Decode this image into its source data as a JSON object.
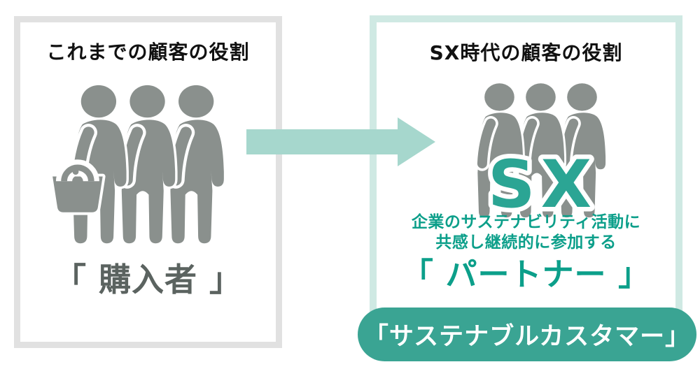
{
  "left_panel": {
    "title": "これまでの顧客の役割",
    "role_label": "「 購入者 」"
  },
  "right_panel": {
    "title": "SX時代の顧客の役割",
    "sx_label": "SX",
    "description_line1": "企業のサステナビリティ活動に",
    "description_line2": "共感し継続的に参加する",
    "role_label": "「 パートナー 」",
    "banner_label": "「サステナブルカスタマー」"
  },
  "icons": {
    "left": "people-group-with-shopping-basket-icon",
    "right": "people-group-icon",
    "arrow": "right-arrow-icon"
  },
  "colors": {
    "person_gray": "#8a908d",
    "arrow_mint": "#a6d7cd",
    "right_panel_border": "#cfe9e3",
    "left_panel_border": "#e1e1e1",
    "sx_teal": "#2ba594",
    "text_teal": "#0c9f8a",
    "banner_teal": "#3aa493",
    "buyer_label_gray": "#5b6360",
    "title_black": "#111111"
  }
}
